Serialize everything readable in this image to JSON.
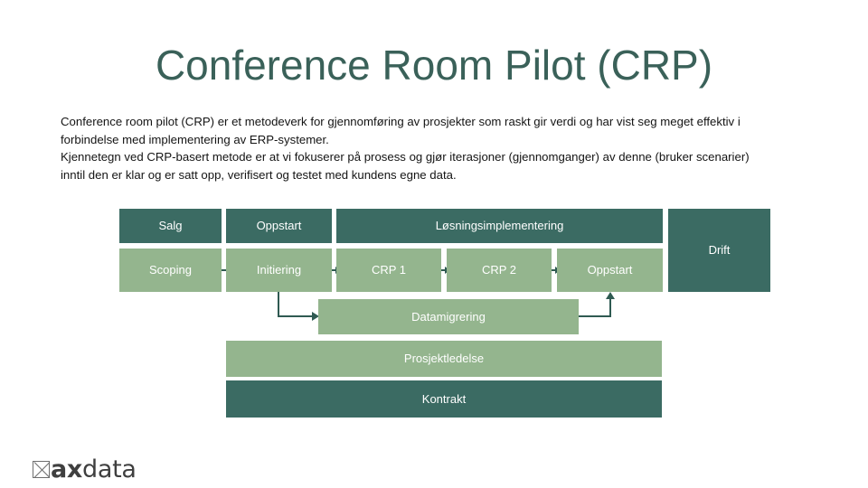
{
  "slide": {
    "title": "Conference Room Pilot (CRP)",
    "body": {
      "paragraph1": "Conference room pilot (CRP) er et metodeverk for gjennomføring av prosjekter som raskt gir verdi og har vist seg meget effektiv i forbindelse med implementering av ERP-systemer.",
      "paragraph2": "Kjennetegn ved CRP-basert metode er at vi fokuserer på prosess og gjør iterasjoner (gjennomganger) av denne (bruker scenarier) inntil den er klar og er satt opp, verifisert og testet med kundens egne data."
    }
  },
  "diagram": {
    "phase_row": [
      {
        "label": "Salg"
      },
      {
        "label": "Oppstart"
      },
      {
        "label": "Løsningsimplementering"
      }
    ],
    "step_row": [
      {
        "label": "Scoping"
      },
      {
        "label": "Initiering"
      },
      {
        "label": "CRP 1"
      },
      {
        "label": "CRP 2"
      },
      {
        "label": "Oppstart"
      }
    ],
    "drift": {
      "label": "Drift"
    },
    "support_bars": [
      {
        "label": "Datamigrering"
      },
      {
        "label": "Prosjektledelse"
      },
      {
        "label": "Kontrakt"
      }
    ]
  },
  "logo": {
    "bold_part": "ax",
    "normal_part": "data",
    "placeholder_icon": "broken-image-icon"
  },
  "colors": {
    "title": "#3a6159",
    "dark_teal": "#3b6b63",
    "light_green": "#94b58e",
    "connector": "#2f5a52",
    "background": "#ffffff",
    "body_text": "#141414"
  }
}
